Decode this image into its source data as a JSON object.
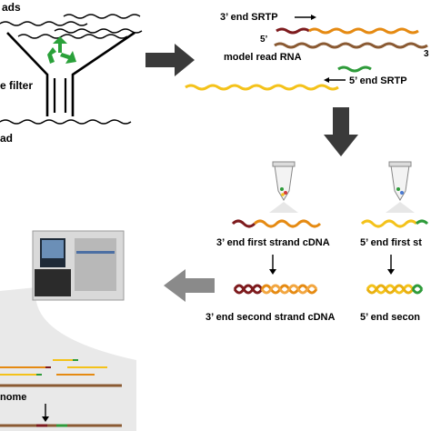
{
  "colors": {
    "red_end": "#7d1a1d",
    "orange_read": "#e58a12",
    "brown_rna": "#8a5a33",
    "yellow_read": "#f4c21a",
    "green_adapter": "#2e9b3a",
    "gray_arrow": "#3a3a3a",
    "black": "#000000",
    "recycle_green": "#2aa13a"
  },
  "labels": {
    "reads": "ads",
    "filter": "e filter",
    "read_bottom": "ad",
    "three_prime_srtp": "3’ end SRTP",
    "five_prime_mark": "5’",
    "three_prime_mark_right": "3",
    "model_read_rna": "model read RNA",
    "five_prime_srtp": "5’ end SRTP",
    "first_strand_3": "3’ end first strand cDNA",
    "first_strand_5": "5’ end first st",
    "second_strand_3": "3’ end second strand cDNA",
    "second_strand_5": "5’ end secon",
    "genome": "nome"
  },
  "icons": {
    "recycle": "recycle-icon",
    "tube_left": "pcr-tube-icon",
    "tube_right": "pcr-tube-icon",
    "sequencer": "sequencer-icon"
  }
}
